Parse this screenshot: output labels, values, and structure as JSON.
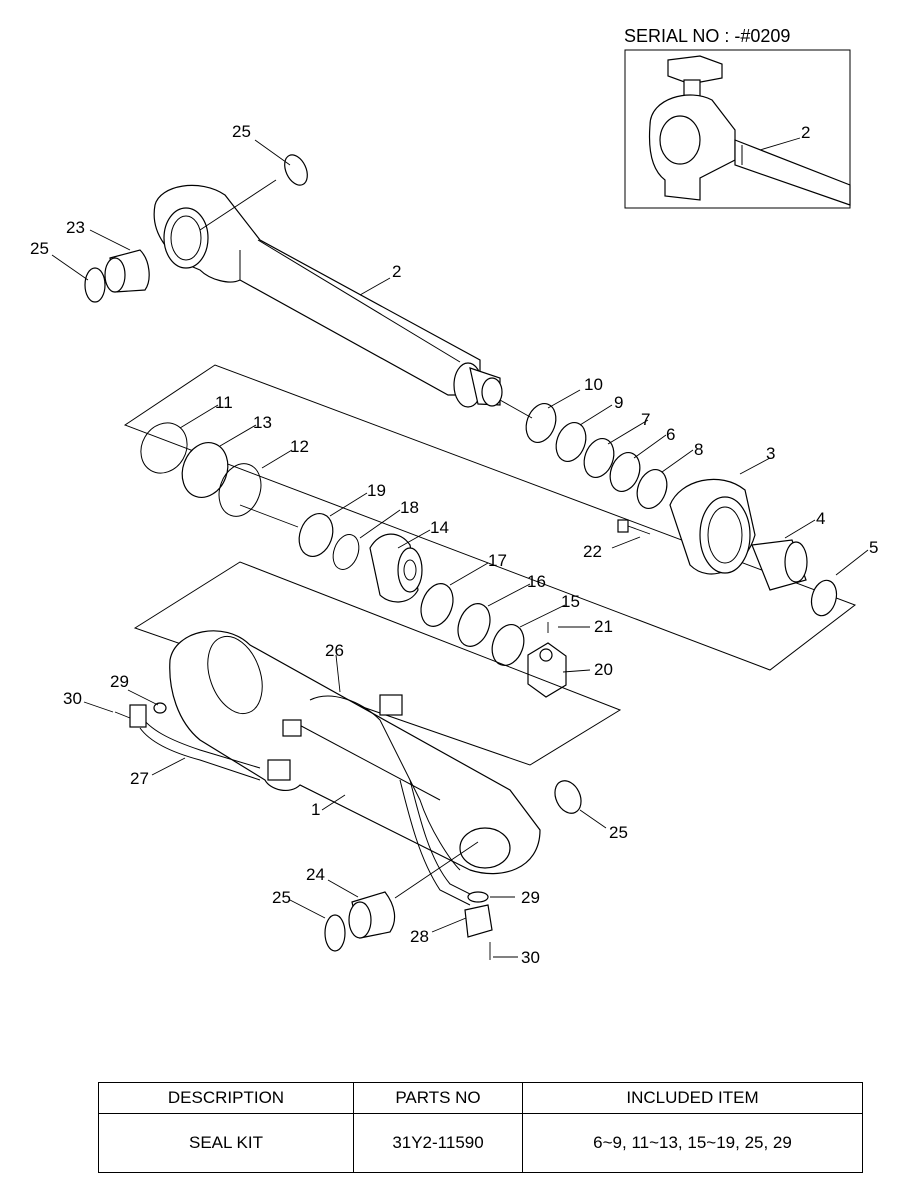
{
  "inset": {
    "serial_label": "SERIAL NO : -#0209",
    "callout": "2"
  },
  "callouts": {
    "c1": "1",
    "c2": "2",
    "c3": "3",
    "c4": "4",
    "c5": "5",
    "c6": "6",
    "c7": "7",
    "c8": "8",
    "c9": "9",
    "c10": "10",
    "c11": "11",
    "c12": "12",
    "c13": "13",
    "c14": "14",
    "c15": "15",
    "c16": "16",
    "c17": "17",
    "c18": "18",
    "c19": "19",
    "c20": "20",
    "c21": "21",
    "c22": "22",
    "c23": "23",
    "c24": "24",
    "c25a": "25",
    "c25b": "25",
    "c25c": "25",
    "c25d": "25",
    "c26": "26",
    "c27": "27",
    "c28": "28",
    "c29a": "29",
    "c29b": "29",
    "c30a": "30",
    "c30b": "30"
  },
  "table": {
    "headers": [
      "DESCRIPTION",
      "PARTS NO",
      "INCLUDED ITEM"
    ],
    "rows": [
      [
        "SEAL KIT",
        "31Y2-11590",
        "6~9, 11~13, 15~19, 25, 29"
      ]
    ]
  }
}
